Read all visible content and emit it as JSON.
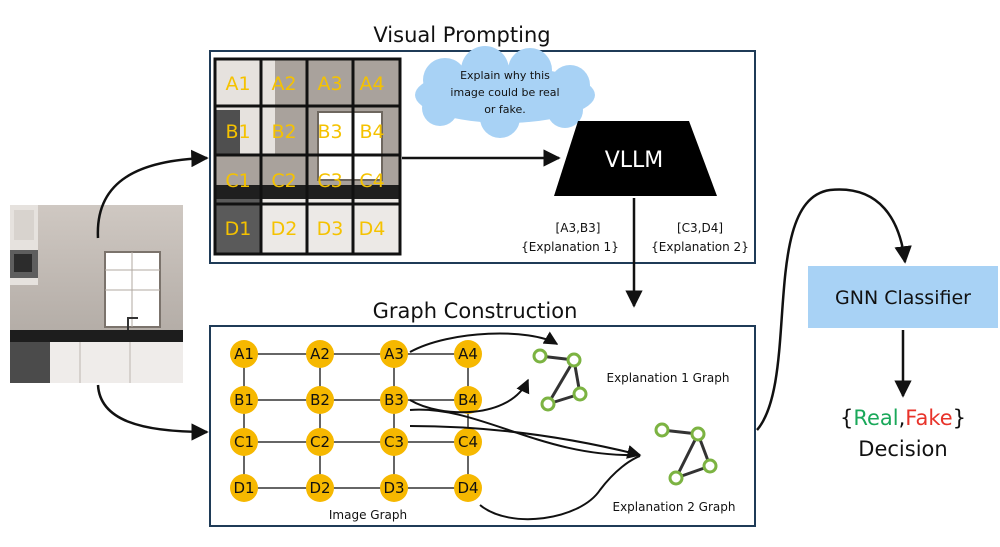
{
  "visual_prompting": {
    "title": "Visual Prompting",
    "prompt_text": [
      "Explain why this",
      "image could be real",
      "or fake."
    ],
    "vllm_label": "VLLM",
    "output_1": {
      "regions": "[A3,B3]",
      "explanation": "{Explanation 1}"
    },
    "output_2": {
      "regions": "[C3,D4]",
      "explanation": "{Explanation 2}"
    },
    "grid_labels": [
      [
        "A1",
        "A2",
        "A3",
        "A4"
      ],
      [
        "B1",
        "B2",
        "B3",
        "B4"
      ],
      [
        "C1",
        "C2",
        "C3",
        "C4"
      ],
      [
        "D1",
        "D2",
        "D3",
        "D4"
      ]
    ]
  },
  "graph_construction": {
    "title": "Graph Construction",
    "image_graph_label": "Image Graph",
    "explanation_1_label": "Explanation 1 Graph",
    "explanation_2_label": "Explanation 2 Graph",
    "nodes": [
      [
        "A1",
        "A2",
        "A3",
        "A4"
      ],
      [
        "B1",
        "B2",
        "B3",
        "B4"
      ],
      [
        "C1",
        "C2",
        "C3",
        "C4"
      ],
      [
        "D1",
        "D2",
        "D3",
        "D4"
      ]
    ]
  },
  "classifier": {
    "label": "GNN Classifier",
    "brace_open": "{",
    "real": "Real",
    "comma": ",",
    "fake": "Fake",
    "brace_close": "}",
    "decision": "Decision"
  },
  "colors": {
    "node_fill": "#f6b800",
    "grid_text": "#f5c200",
    "panel_border": "#1f3b57",
    "cloud": "#a8d2f5",
    "classifier_box": "#a8d2f5",
    "real": "#1aa85a",
    "fake": "#e8332a",
    "exp_graph": "#7cb342"
  }
}
